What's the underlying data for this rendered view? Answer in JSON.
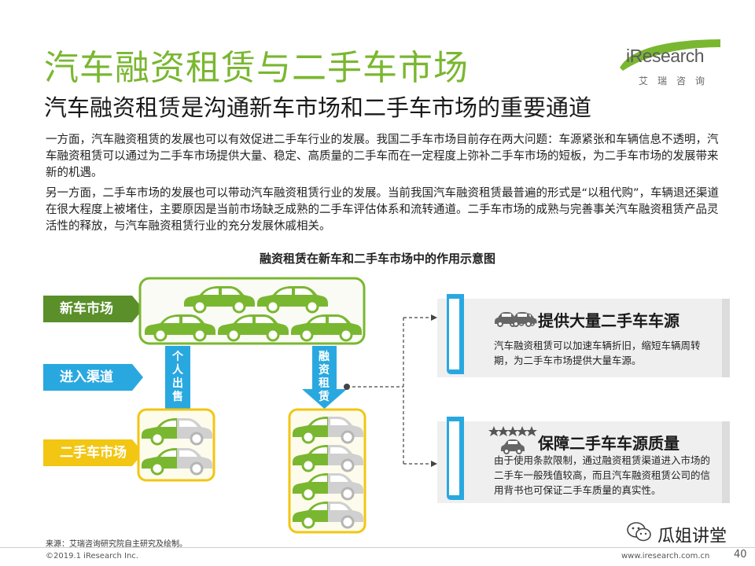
{
  "header": {
    "title": "汽车融资租赁与二手车市场",
    "subtitle": "汽车融资租赁是沟通新车市场和二手车市场的重要通道",
    "logo_text": "iResearch",
    "logo_sub": "艾瑞咨询"
  },
  "body": {
    "para1": "一方面，汽车融资租赁的发展也可以有效促进二手车行业的发展。我国二手车市场目前存在两大问题：车源紧张和车辆信息不透明，汽车融资租赁可以通过为二手车市场提供大量、稳定、高质量的二手车而在一定程度上弥补二手车市场的短板，为二手车市场的发展带来新的机遇。",
    "para2": "另一方面，二手车市场的发展也可以带动汽车融资租赁行业的发展。当前我国汽车融资租赁最普遍的形式是“以租代购”，车辆退还渠道在很大程度上被堵住，主要原因是当前市场缺乏成熟的二手车评估体系和流转通道。二手车市场的成熟与完善事关汽车融资租赁产品灵活性的释放，与汽车融资租赁行业的充分发展休戚相关。"
  },
  "diagram": {
    "title": "融资租赁在新车和二手车市场中的作用示意图",
    "labels": {
      "new_car": "新车市场",
      "channel": "进入渠道",
      "used_car": "二手车市场"
    },
    "arrow_personal": "个人出售",
    "arrow_leasing": "融资租赁",
    "card1": {
      "title": "提供大量二手车车源",
      "desc": "汽车融资租赁可以加速车辆折旧，缩短车辆周转期，为二手车市场提供大量车源。"
    },
    "card2": {
      "title": "保障二手车车源质量",
      "desc": "由于使用条款限制，通过融资租赁渠道进入市场的二手车一般残值较高，而且汽车融资租赁公司的信用背书也可保证二手车质量的真实性。"
    }
  },
  "footer": {
    "source": "来源：艾瑞咨询研究院自主研究及绘制。",
    "copyright": "©2019.1 iResearch Inc.",
    "website": "www.iresearch.com.cn",
    "page": "40",
    "watermark": "瓜姐讲堂"
  },
  "colors": {
    "green": "#7ab730",
    "dark_green": "#5a8f2a",
    "blue": "#29a8e0",
    "yellow": "#f2c613",
    "gray_car": "#d0d0d0"
  }
}
